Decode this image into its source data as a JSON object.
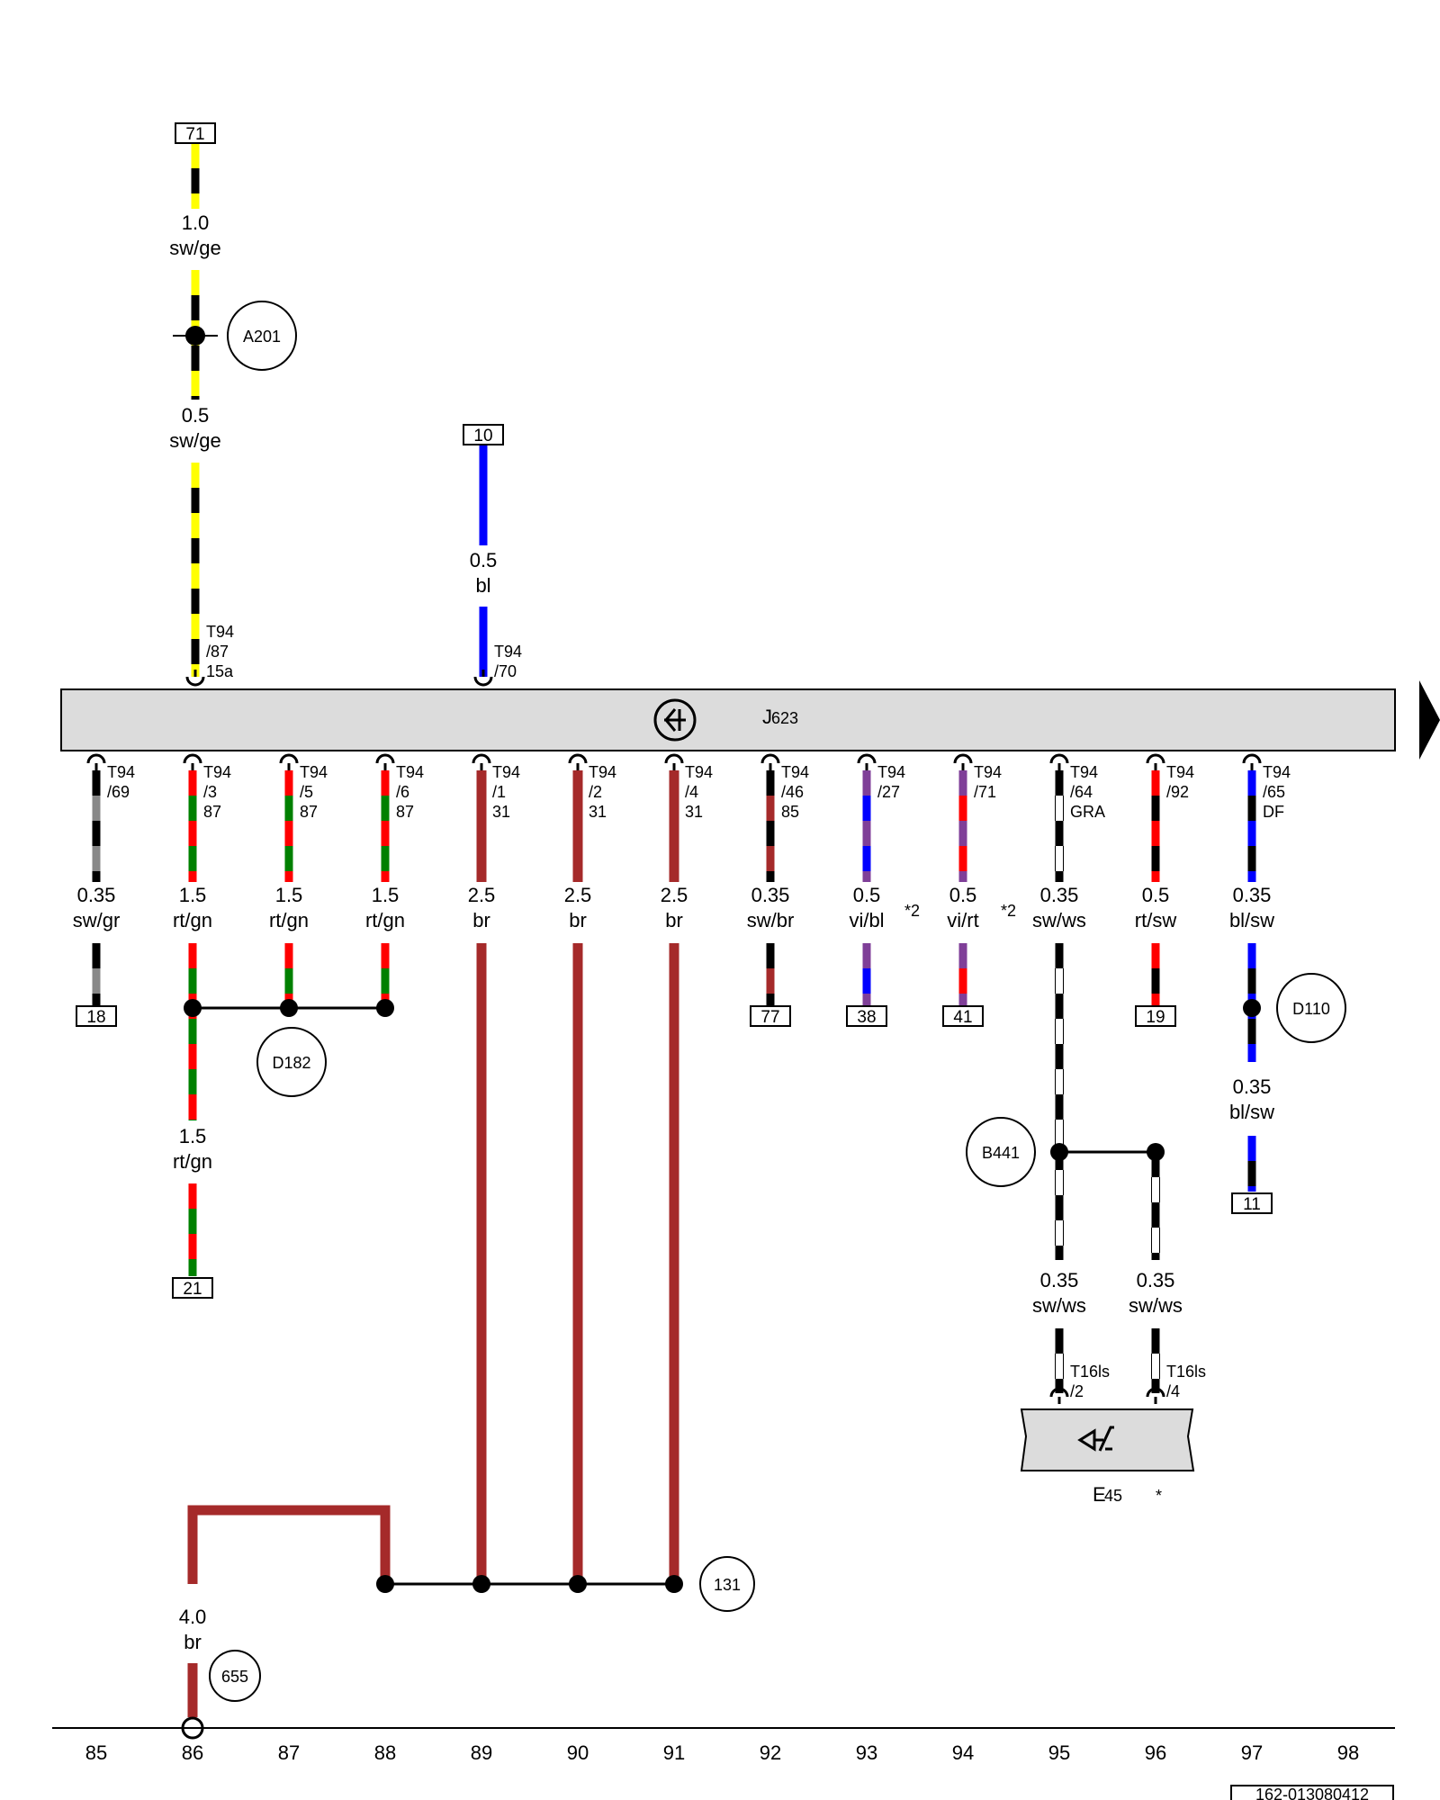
{
  "module": {
    "name": "J",
    "sub": "623"
  },
  "sensor": {
    "name": "E",
    "sub": "45",
    "star": "*"
  },
  "continue_arrow": "right-arrow-icon",
  "doc_code": "162-013080412",
  "colors": {
    "sw": "#000000",
    "ge": "#ffff00",
    "bl": "#0000ff",
    "gr": "#888888",
    "rt": "#ff0000",
    "gn": "#008000",
    "br": "#a52a2a",
    "vi": "#7f3f98",
    "ws": "#ffffff",
    "module_fill": "#dcdcdc"
  },
  "top_wires": [
    {
      "terminal": "71",
      "upper_label": [
        "1.0",
        "sw/ge"
      ],
      "splice": "A201",
      "lower_label": [
        "0.5",
        "sw/ge"
      ],
      "pin": [
        "T94",
        "/87",
        "15a"
      ]
    },
    {
      "terminal": "10",
      "label": [
        "0.5",
        "bl"
      ],
      "pin": [
        "T94",
        "/70"
      ]
    }
  ],
  "bottom_wires": [
    {
      "col": "85",
      "pin": [
        "T94",
        "/69"
      ],
      "label": [
        "0.35",
        "sw/gr"
      ],
      "terminal": "18"
    },
    {
      "col": "86",
      "pin": [
        "T94",
        "/3",
        "87"
      ],
      "label": [
        "1.5",
        "rt/gn"
      ]
    },
    {
      "col": "87",
      "pin": [
        "T94",
        "/5",
        "87"
      ],
      "label": [
        "1.5",
        "rt/gn"
      ]
    },
    {
      "col": "88",
      "pin": [
        "T94",
        "/6",
        "87"
      ],
      "label": [
        "1.5",
        "rt/gn"
      ]
    },
    {
      "col": "89",
      "pin": [
        "T94",
        "/1",
        "31"
      ],
      "label": [
        "2.5",
        "br"
      ]
    },
    {
      "col": "90",
      "pin": [
        "T94",
        "/2",
        "31"
      ],
      "label": [
        "2.5",
        "br"
      ]
    },
    {
      "col": "91",
      "pin": [
        "T94",
        "/4",
        "31"
      ],
      "label": [
        "2.5",
        "br"
      ]
    },
    {
      "col": "92",
      "pin": [
        "T94",
        "/46",
        "85"
      ],
      "label": [
        "0.35",
        "sw/br"
      ],
      "terminal": "77"
    },
    {
      "col": "93",
      "pin": [
        "T94",
        "/27"
      ],
      "label": [
        "0.5",
        "vi/bl"
      ],
      "note": "*2",
      "terminal": "38"
    },
    {
      "col": "94",
      "pin": [
        "T94",
        "/71"
      ],
      "label": [
        "0.5",
        "vi/rt"
      ],
      "note": "*2",
      "terminal": "41"
    },
    {
      "col": "95",
      "pin": [
        "T94",
        "/64",
        "GRA"
      ],
      "label": [
        "0.35",
        "sw/ws"
      ]
    },
    {
      "col": "96",
      "pin": [
        "T94",
        "/92"
      ],
      "label": [
        "0.5",
        "rt/sw"
      ],
      "terminal": "19"
    },
    {
      "col": "97",
      "pin": [
        "T94",
        "/65",
        "DF"
      ],
      "label": [
        "0.35",
        "bl/sw"
      ]
    }
  ],
  "splices": [
    "A201",
    "D182",
    "D110",
    "B441",
    "131",
    "655"
  ],
  "rtgn_lower": {
    "label": [
      "1.5",
      "rt/gn"
    ],
    "terminal": "21"
  },
  "blsw_lower": {
    "label": [
      "0.35",
      "bl/sw"
    ],
    "terminal": "11"
  },
  "swws_lower": [
    {
      "label": [
        "0.35",
        "sw/ws"
      ],
      "pin": [
        "T16ls",
        "/2"
      ]
    },
    {
      "label": [
        "0.35",
        "sw/ws"
      ],
      "pin": [
        "T16ls",
        "/4"
      ]
    }
  ],
  "ground": {
    "label": [
      "4.0",
      "br"
    ]
  },
  "columns": [
    "85",
    "86",
    "87",
    "88",
    "89",
    "90",
    "91",
    "92",
    "93",
    "94",
    "95",
    "96",
    "97",
    "98"
  ]
}
